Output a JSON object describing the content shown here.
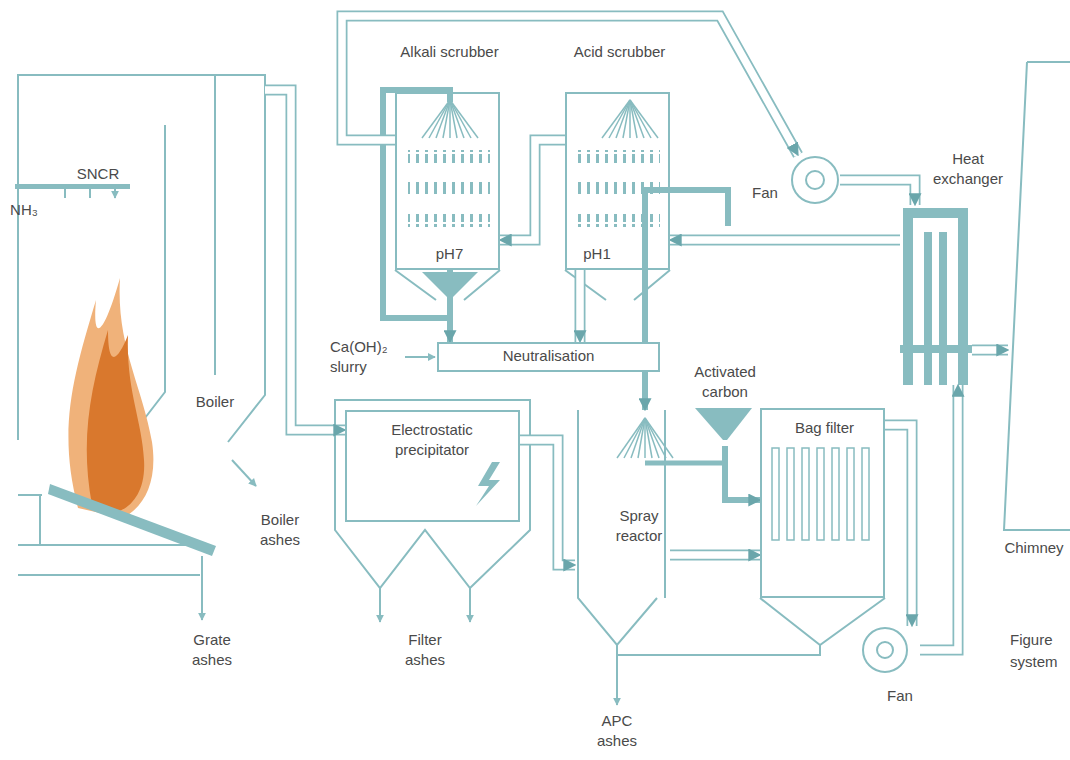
{
  "diagram": {
    "nodes": [
      {
        "text": [
          "Boiler"
        ]
      },
      {
        "text": [
          "Electrostatic precipitator"
        ]
      },
      {
        "text": [
          "Spray reactor"
        ]
      },
      {
        "text": [
          "Activated carbon"
        ]
      },
      {
        "text": [
          "Bag filter"
        ]
      },
      {
        "text": [
          "Fan"
        ]
      },
      {
        "text": [
          "Heat exchanger"
        ]
      },
      {
        "text": [
          "Fan"
        ]
      },
      {
        "text": [
          "Alkali scrubber",
          "pH7"
        ]
      },
      {
        "text": [
          "Acid scrubber",
          "pH1"
        ]
      },
      {
        "text": [
          "Neutralisation"
        ]
      },
      {
        "text": [
          "Chimney"
        ]
      }
    ],
    "edges": [
      {
        "from": 0,
        "to": 1,
        "arrow": "to"
      },
      {
        "from": 1,
        "to": 2,
        "arrow": "to"
      },
      {
        "from": 2,
        "to": 4,
        "arrow": "to"
      },
      {
        "from": 3,
        "to": 4,
        "arrow": "to"
      },
      {
        "from": 4,
        "to": 5,
        "arrow": "to"
      },
      {
        "from": 5,
        "to": 6,
        "arrow": "to"
      },
      {
        "from": 6,
        "to": 9,
        "arrow": "to"
      },
      {
        "from": 9,
        "to": 8,
        "arrow": "to"
      },
      {
        "from": 8,
        "to": 7,
        "arrow": "to"
      },
      {
        "from": 7,
        "to": 6,
        "arrow": "to"
      },
      {
        "from": 6,
        "to": 11,
        "arrow": "to"
      },
      {
        "from": 8,
        "to": 10,
        "arrow": "to"
      },
      {
        "from": 9,
        "to": 10,
        "arrow": "to"
      },
      {
        "from": 10,
        "to": 2,
        "arrow": "to"
      }
    ],
    "labels": [
      "SNCR",
      "NH₃",
      "Boiler ashes",
      "Grate ashes",
      "Filter ashes",
      "APC ashes",
      "Ca(OH)₂ slurry",
      "Figure",
      "system"
    ]
  }
}
